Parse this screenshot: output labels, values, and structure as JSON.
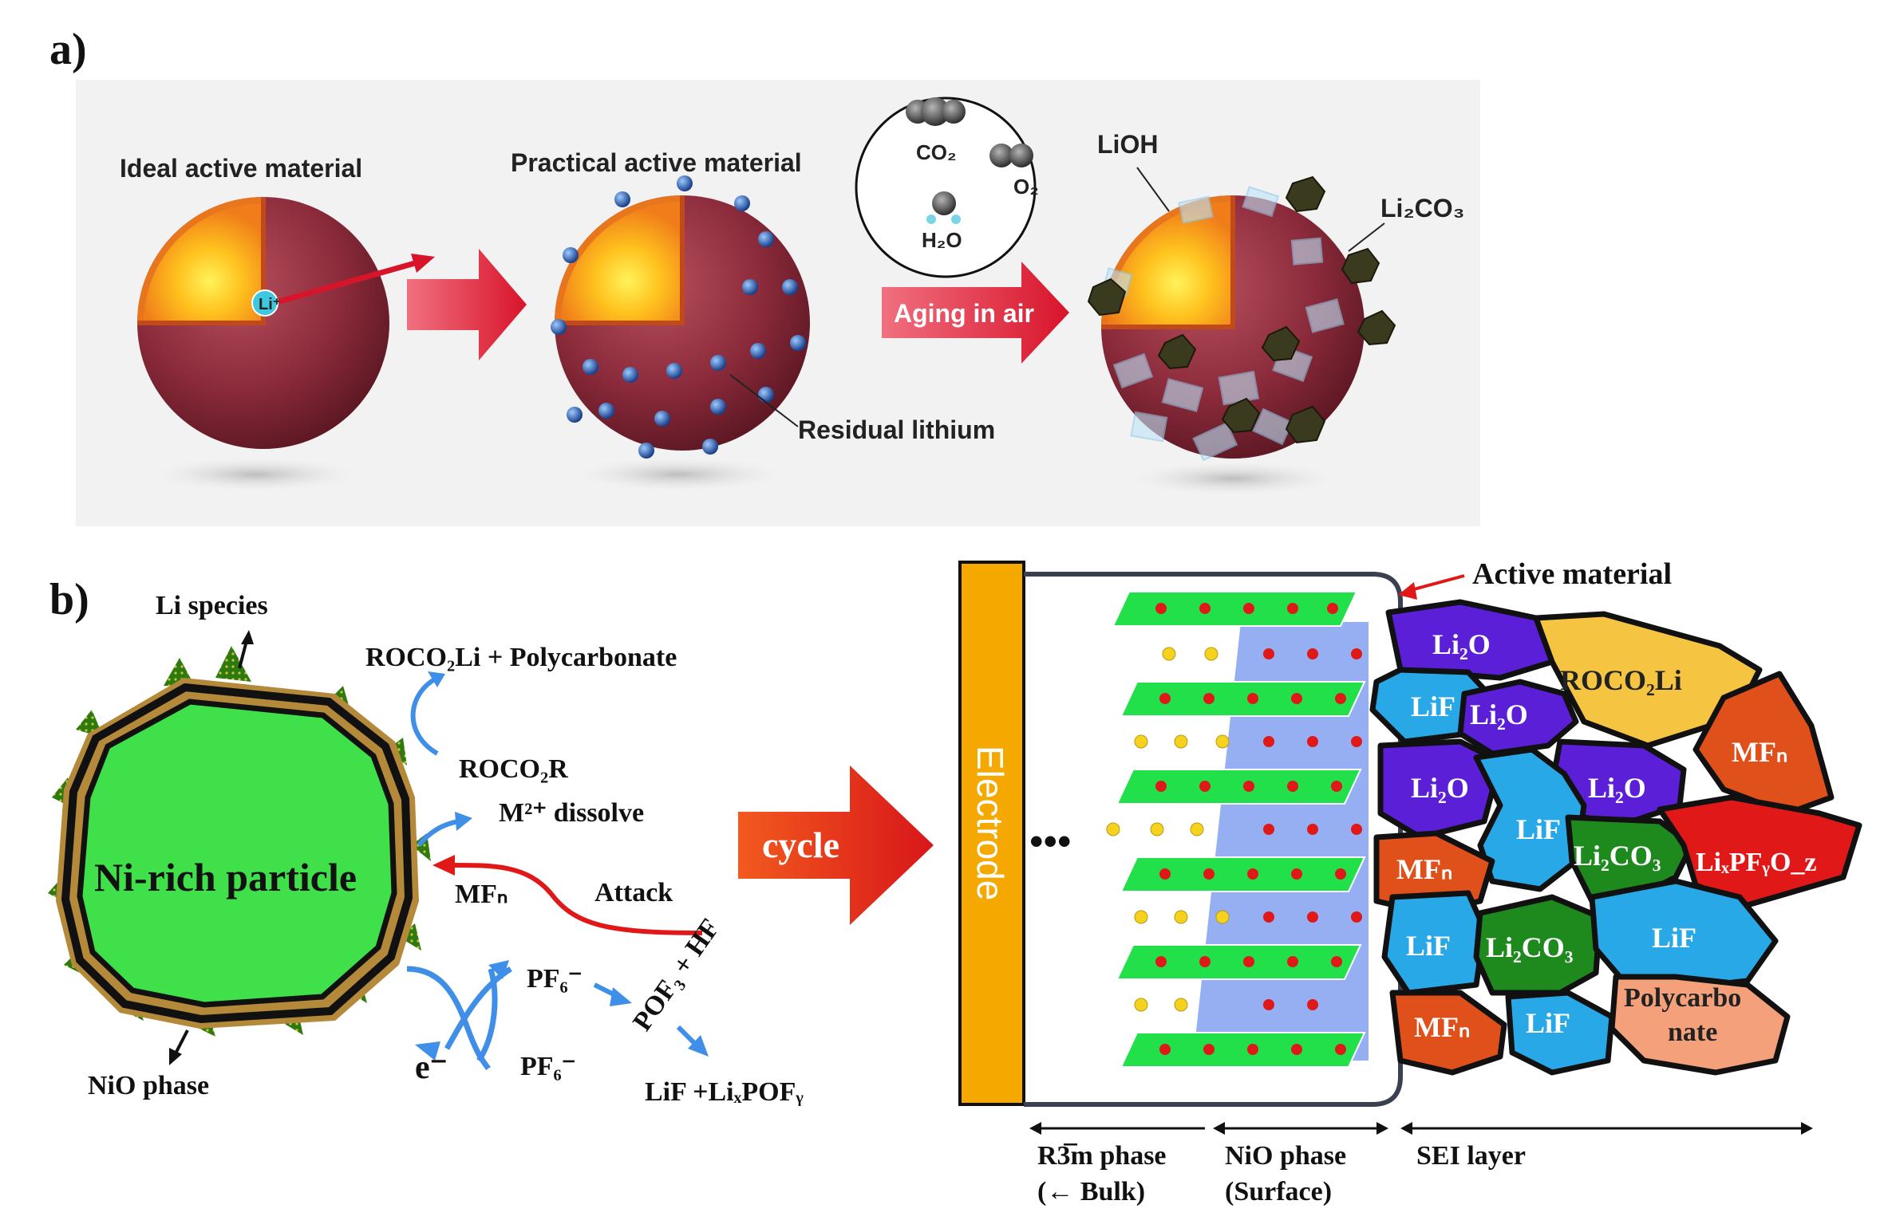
{
  "panel_a": {
    "label": "a)",
    "ideal_title": "Ideal active material",
    "li_ion": "Li⁺",
    "practical_title": "Practical active material",
    "residual": "Residual lithium",
    "aging": "Aging in air",
    "co2": "CO₂",
    "o2": "O₂",
    "h2o": "H₂O",
    "lioh": "LiOH",
    "li2co3": "Li₂CO₃"
  },
  "panel_b": {
    "label": "b)",
    "li_species": "Li species",
    "particle": "Ni-rich particle",
    "nio_phase": "NiO phase",
    "roco2li_poly": "ROCO₂Li + Polycarbonate",
    "roco2r": "ROCO₂R",
    "m2_dissolve": "M²⁺ dissolve",
    "mfn_left": "MFₙ",
    "attack": "Attack",
    "pof3_hf": "POF₃ + HF",
    "pf6_top": "PF₆⁻",
    "pf6_bottom": "PF₆⁻",
    "electron": "e⁻",
    "lif_products": "LiF +LiₓPOFᵧ",
    "cycle": "cycle",
    "electrode": "Electrode",
    "dots": "•••",
    "active_material": "Active material",
    "r3m_line1": "R3̅m phase",
    "r3m_line2": "(← Bulk)",
    "nio_line1": "NiO phase",
    "nio_line2": "(Surface)",
    "sei_layer": "SEI layer",
    "sei": {
      "li2o_1": "Li₂O",
      "roco2li": "ROCO₂Li",
      "lif_1": "LiF",
      "li2o_2": "Li₂O",
      "mfn_1": "MFₙ",
      "li2o_3": "Li₂O",
      "li2o_4": "Li₂O",
      "lif_2": "LiF",
      "mfn_2": "MFₙ",
      "li2co3_1": "Li₂CO₃",
      "lipfo": "LiₓPFᵧO_z",
      "lif_3": "LiF",
      "li2co3_2": "Li₂CO₃",
      "lif_4": "LiF",
      "mfn_3": "MFₙ",
      "lif_5": "LiF",
      "poly_1": "Polycarbo",
      "poly_2": "nate"
    }
  },
  "colors": {
    "shell": "#8a2a3a",
    "core": "#f5a623",
    "arrow_red": "#e0202a",
    "particle_green": "#3fe04a",
    "electrode": "#f5a800",
    "li2o": "#5a1fd6",
    "lif": "#29a8e8",
    "mfn": "#e0501a",
    "li2co3": "#1e8a1e",
    "roco2li": "#f5c542",
    "lipfo": "#e01818",
    "polycarbonate": "#f4a07a"
  }
}
